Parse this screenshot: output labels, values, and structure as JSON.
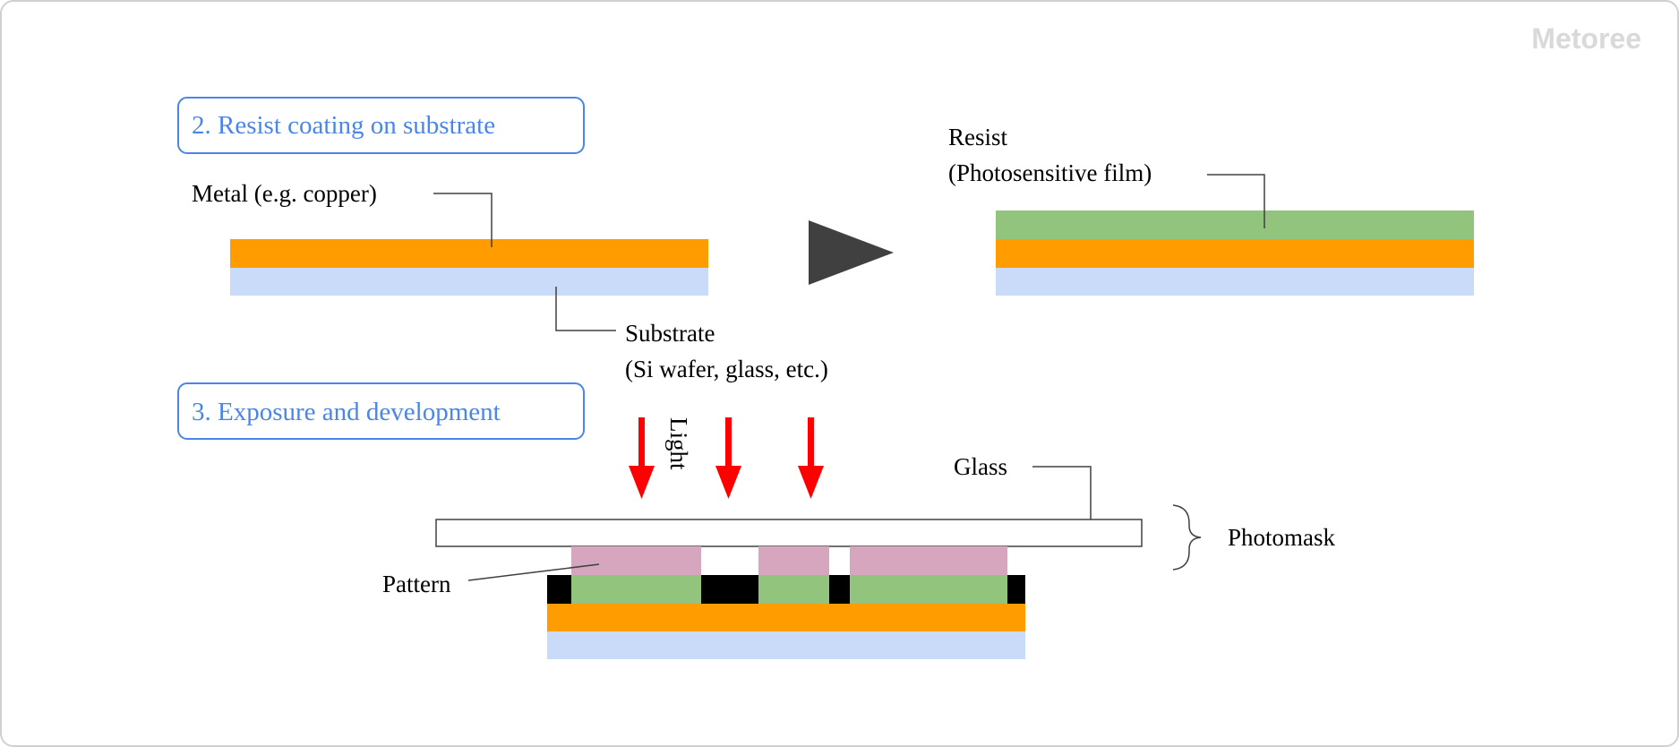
{
  "brand": {
    "logo_text": "Metoree"
  },
  "sections": {
    "step2": {
      "title": "2. Resist coating on substrate"
    },
    "step3": {
      "title": "3. Exposure and development"
    }
  },
  "labels": {
    "metal": "Metal (e.g. copper)",
    "substrate_line1": "Substrate",
    "substrate_line2": "(Si wafer, glass, etc.)",
    "resist_line1": "Resist",
    "resist_line2": "(Photosensitive film)",
    "light": "Light",
    "glass": "Glass",
    "photomask": "Photomask",
    "pattern": "Pattern"
  },
  "colors": {
    "metal": "#ff9d00",
    "substrate": "#c9dbf8",
    "resist": "#93c47d",
    "pattern": "#d5a6bd",
    "mask_edge": "#000000",
    "arrow_light": "#ff0000",
    "step_title": "#4a86e8",
    "process_arrow": "#404040",
    "logo": "#d9d9d9"
  }
}
